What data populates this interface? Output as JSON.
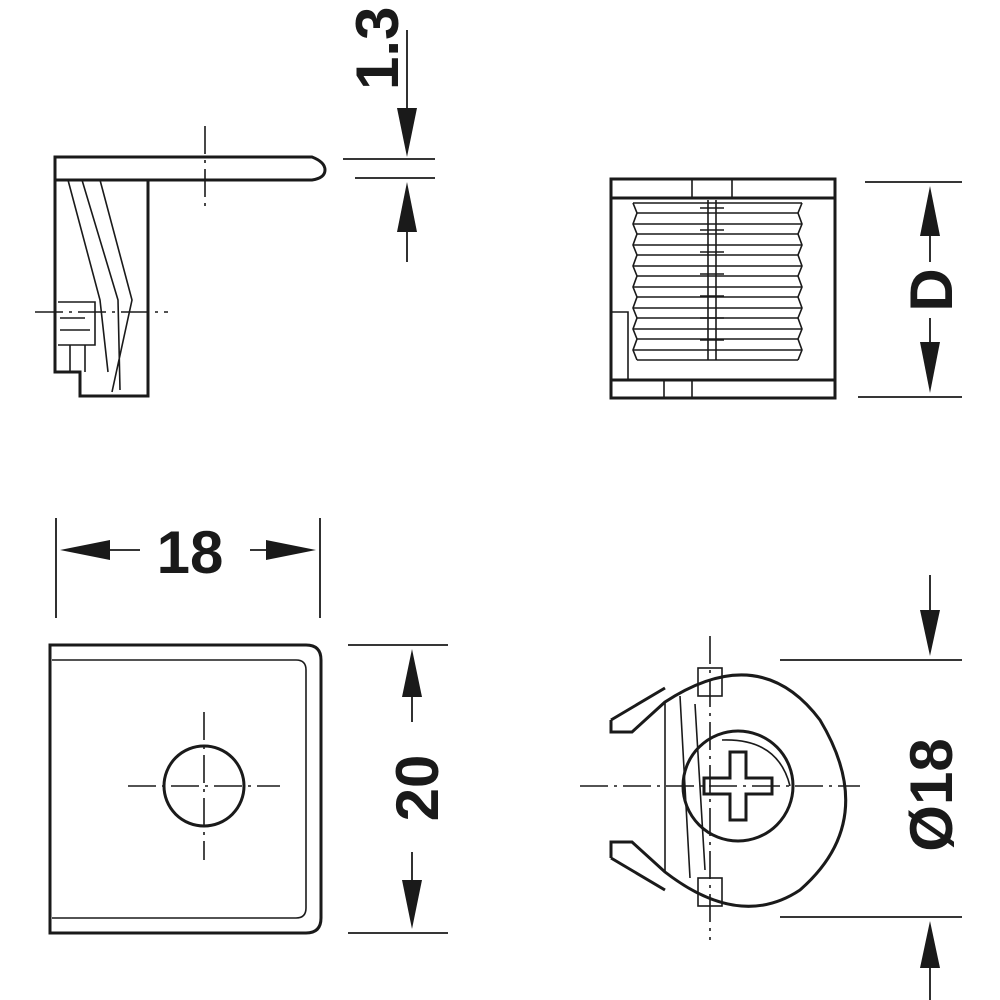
{
  "dimensions": {
    "thickness": "1.3",
    "depth": "D",
    "width": "18",
    "height": "20",
    "diameter": "Ø18"
  },
  "colors": {
    "line": "#1a1a1a",
    "background": "#ffffff"
  }
}
